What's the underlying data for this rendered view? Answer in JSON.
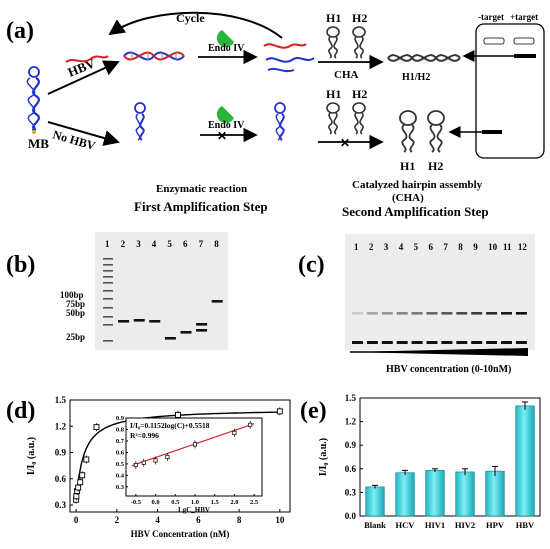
{
  "panel_labels": {
    "a": "(a)",
    "b": "(b)",
    "c": "(c)",
    "d": "(d)",
    "e": "(e)"
  },
  "schematic": {
    "cycle_label": "Cycle",
    "hbv_label": "HBV",
    "no_hbv_label": "No HBV",
    "mb_label": "MB",
    "endo_label_top": "Endo IV",
    "endo_label_bottom": "Endo IV",
    "h1_top": "H1",
    "h2_top": "H2",
    "h1_bottom": "H1",
    "h2_bottom": "H2",
    "cha_label": "CHA",
    "duplex_label": "H1/H2",
    "h1_hairpin": "H1",
    "h2_hairpin": "H2",
    "gel_minus_target": "-target",
    "gel_plus_target": "+target",
    "enzymatic_reaction": "Enzymatic reaction",
    "first_step": "First Amplification Step",
    "cha_full": "Catalyzed hairpin assembly",
    "cha_abbr": "(CHA)",
    "second_step": "Second Amplification Step"
  },
  "gel_b": {
    "lanes": [
      "1",
      "2",
      "3",
      "4",
      "5",
      "6",
      "7",
      "8"
    ],
    "markers": [
      "100bp",
      "75bp",
      "50bp",
      "25bp"
    ]
  },
  "gel_c": {
    "lanes": [
      "1",
      "2",
      "3",
      "4",
      "5",
      "6",
      "7",
      "8",
      "9",
      "10",
      "11",
      "12"
    ],
    "caption": "HBV concentration (0-10nM)"
  },
  "colors": {
    "bar": "#4fd8e0",
    "fit_line": "#d22",
    "dna_blue": "#2233cc",
    "dna_red": "#d42020",
    "endo": "#2bb43a"
  },
  "chart_data": [
    {
      "type": "scatter",
      "xlabel": "HBV Concentration (nM)",
      "ylabel": "I/I₀ (a.u.)",
      "xlim": [
        -0.3,
        10.5
      ],
      "ylim": [
        0.22,
        1.5
      ],
      "xticks": [
        "0",
        "2",
        "4",
        "6",
        "8",
        "10"
      ],
      "yticks": [
        "0.3",
        "0.6",
        "0.9",
        "1.2",
        "1.5"
      ],
      "x": [
        0,
        0.01,
        0.05,
        0.1,
        0.2,
        0.3,
        0.5,
        1,
        5,
        10
      ],
      "y": [
        0.36,
        0.4,
        0.46,
        0.5,
        0.56,
        0.64,
        0.82,
        1.19,
        1.33,
        1.37
      ],
      "inset": {
        "type": "line",
        "equation": "I/I₀=0.1152log(C)+0.5518",
        "r2": "R²=0.996",
        "xlabel": "LgC_HBV",
        "xlim": [
          -0.75,
          2.7
        ],
        "ylim": [
          0.22,
          0.9
        ],
        "xticks": [
          "-0.5",
          "0.0",
          "0.5",
          "1.0",
          "1.5",
          "2.0",
          "2.5"
        ],
        "yticks": [
          "0.3",
          "0.4",
          "0.5",
          "0.6",
          "0.7",
          "0.8",
          "0.9"
        ],
        "x": [
          -0.5,
          -0.3,
          0.0,
          0.3,
          1.0,
          2.0,
          2.4
        ],
        "y": [
          0.49,
          0.51,
          0.53,
          0.56,
          0.67,
          0.77,
          0.84
        ]
      }
    },
    {
      "type": "bar",
      "ylabel": "I/I₀ (a.u.)",
      "categories": [
        "Blank",
        "HCV",
        "HIV1",
        "HIV2",
        "HPV",
        "HBV"
      ],
      "values": [
        0.37,
        0.55,
        0.58,
        0.56,
        0.57,
        1.4
      ],
      "errors": [
        0.02,
        0.03,
        0.02,
        0.04,
        0.06,
        0.05
      ],
      "ylim": [
        0.0,
        1.5
      ],
      "yticks": [
        "0.0",
        "0.3",
        "0.6",
        "0.9",
        "1.2",
        "1.5"
      ]
    }
  ]
}
